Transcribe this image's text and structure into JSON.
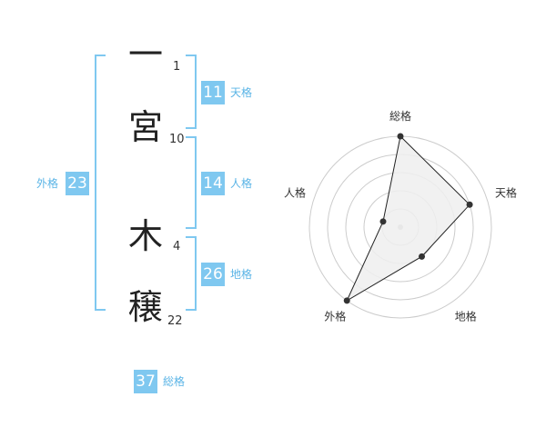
{
  "characters": [
    {
      "char": "一",
      "strokes": "1"
    },
    {
      "char": "宮",
      "strokes": "10"
    },
    {
      "char": "木",
      "strokes": "4"
    },
    {
      "char": "穣",
      "strokes": "22"
    }
  ],
  "fortunes": {
    "tenkaku": {
      "label": "天格",
      "value": "11"
    },
    "jinkaku": {
      "label": "人格",
      "value": "14"
    },
    "chikaku": {
      "label": "地格",
      "value": "26"
    },
    "gaikaku": {
      "label": "外格",
      "value": "23"
    },
    "soukaku": {
      "label": "総格",
      "value": "37"
    }
  },
  "colors": {
    "accent": "#7fc8f0",
    "accent_text": "#5ab4e6",
    "radar_fill": "#eeeeee",
    "radar_line": "#222222"
  },
  "chart_data": {
    "type": "radar",
    "axes": [
      "総格",
      "天格",
      "地格",
      "外格",
      "人格"
    ],
    "values": [
      5,
      4,
      2,
      5,
      1
    ],
    "range": [
      0,
      5
    ],
    "rings": 5
  }
}
